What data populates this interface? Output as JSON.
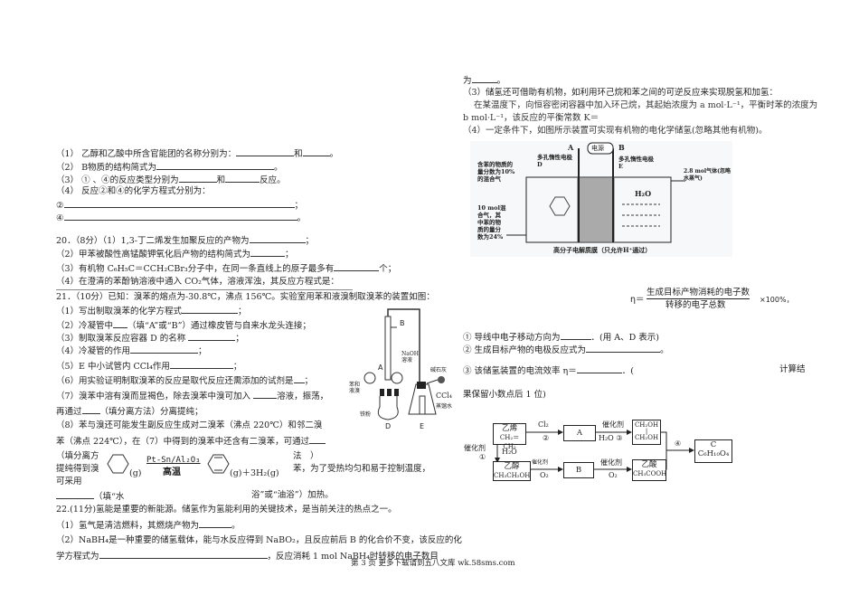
{
  "left": {
    "q19": {
      "p1": "（1） 乙醇和乙酸中所含官能团的名称分别为：",
      "p1_mid": "和",
      "p2": "（2） B物质的结构简式为",
      "p3": "（3） ① 、④的反应类型分别为",
      "p3_mid": "和",
      "p3_end": "反应。",
      "p4": "（4） 反应②和④的化学方程式分别为：",
      "eq2": "②",
      "eq4": "④"
    },
    "q20": {
      "title": "20．（8分）（1）1,3-丁二烯发生加聚反应的产物为",
      "p2": "（2）甲苯被酸性高锰酸钾氧化后产物的结构简式为",
      "p3": "（3）有机物 C₆H₅C＝CCH₂CBr₃分子中，在同一条直线上的原子最多有",
      "p3_end": "个；",
      "p4": "（4）在澄清的苯酚钠溶液中通入 CO₂气体，溶液浑浊，其反应方程式是："
    },
    "q21": {
      "title": "21．（10分）已知：溴苯的熔点为-30.8℃，沸点 156℃。实验室用苯和液溴制取溴苯的装置如图：",
      "p1": "（1）写出制取溴苯的化学方程式",
      "p2a": "（2）冷凝管中",
      "p2b": "（填“A”或“B”）通过橡皮管与自来水龙头连接；",
      "p3": "（3）制取溴苯反应容器 D 的名称",
      "p4": "（4）冷凝管的作用",
      "p5": "（5）E 中小试管内 CCl₄作用",
      "p6": "（6）用实验证明制取溴苯的反应是取代反应还需添加的试剂是",
      "p7a": "（7）溴苯中溶有溴而显褐色，除去溴苯中溴可加入",
      "p7b": "溶液，振荡，",
      "p7c": "再通过",
      "p7d": "（填分离方法）分离提纯；",
      "p8a": "（8）苯与溴还可能发生副反应生成对二溴苯（沸点 220℃）和邻二溴",
      "p8b": "苯（沸点 224℃），在（7）中得到的溴苯中还含有二溴苯，可通过",
      "p8c": "（填分离方",
      "p8d": "法　）",
      "p8e": "提纯得到溴",
      "p8f": "苯，为了受热均匀和易于控制温度，",
      "p8g": "可采用",
      "p8h": "（填“水",
      "p8i": "浴”或“油浴”）加热。",
      "eq_g1": "(g)",
      "eq_cat": "Pt-Sn/Al₂O₃",
      "eq_cond": "高温",
      "eq_g2": "(g)＋3H₂(g)",
      "apparatus": {
        "A": "A",
        "B": "B",
        "D": "D",
        "E": "E",
        "benzene_bromine": "苯和液溴",
        "naoh": "NaOH溶液",
        "soda_lime": "碱石灰",
        "ccl4": "CCl₄",
        "water": "蒸馏水",
        "iron": "铁粉"
      }
    },
    "q22": {
      "title": "22.(11分)氢能是重要的新能源。储氢作为氢能利用的关键技术，是当前关注的热点之一。",
      "p1": "（1）氢气是清洁燃料，其燃烧产物为",
      "p2a": "（2）NaBH₄是一种重要的储氢载体，能与水反应得到 NaBO₂，且反应前后 B 的化合价不变，该反应的化",
      "p2b": "学方程式为",
      "p2c": "，反应消耗 1 mol NaBH₄时转移的电子数目"
    }
  },
  "right": {
    "cont": "为",
    "p3": "（3）储氢还可借助有机物，如利用环己烷和苯之间的可逆反应来实现脱氢和加氢：",
    "p3b": "在某温度下，向恒容密闭容器中加入环己烷，其起始浓度为 a mol·L⁻¹，平衡时苯的浓度为",
    "p3c": "b mol·L⁻¹，该反应的平衡常数 K＝",
    "p4": "（4）一定条件下，如图所示装置可实现有机物的电化学储氢(忽略其他有机物)。",
    "cell": {
      "A": "A",
      "B": "B",
      "power": "电源",
      "electrode_d": "多孔惰性电极D",
      "electrode_e": "多孔惰性电极E",
      "mix_out": "含苯的物质的量分数为10%的混合气",
      "gas_out": "2.8 mol气体(忽略水蒸气)",
      "mix_in": "10 mol混合气，其中苯的物质的量分数为24%",
      "h2o": "H₂O",
      "membrane": "高分子电解质膜（只允许H⁺通过）"
    },
    "eta": {
      "symbol": "η＝",
      "numerator": "生成目标产物消耗的电子数",
      "denominator": "转移的电子总数",
      "tail": "×100%，"
    },
    "q1": "① 导线中电子移动方向为",
    "q1_end": "．(用 A、D 表示)",
    "q2": "② 生成目标产物的电极反应式为",
    "q3": "③ 该储氢装置的电流效率 η＝",
    "q3_end": "．(",
    "q3_tail": "计算结",
    "q3_next": "果保留小数点后 1 位)",
    "flow": {
      "ethylene": "乙烯",
      "ethylene_f": "CH₂＝CH₂",
      "cl2": "Cl₂",
      "s2": "②",
      "A": "A",
      "cat": "催化剂",
      "h2o": "H₂O",
      "s3": "③",
      "glycol1": "CH₂OH",
      "glycol2": "CH₂OH",
      "s1": "①",
      "ethanol": "乙醇",
      "ethanol_f": "CH₃CH₂OH",
      "o2": "O₂",
      "B": "B",
      "acid": "乙酸",
      "acid_f": "CH₃COOH",
      "s4": "④",
      "C": "C",
      "C_f": "C₆H₁₀O₄"
    }
  },
  "footer": "第 3 页 更多下载请到五八文库 wk.58sms.com"
}
